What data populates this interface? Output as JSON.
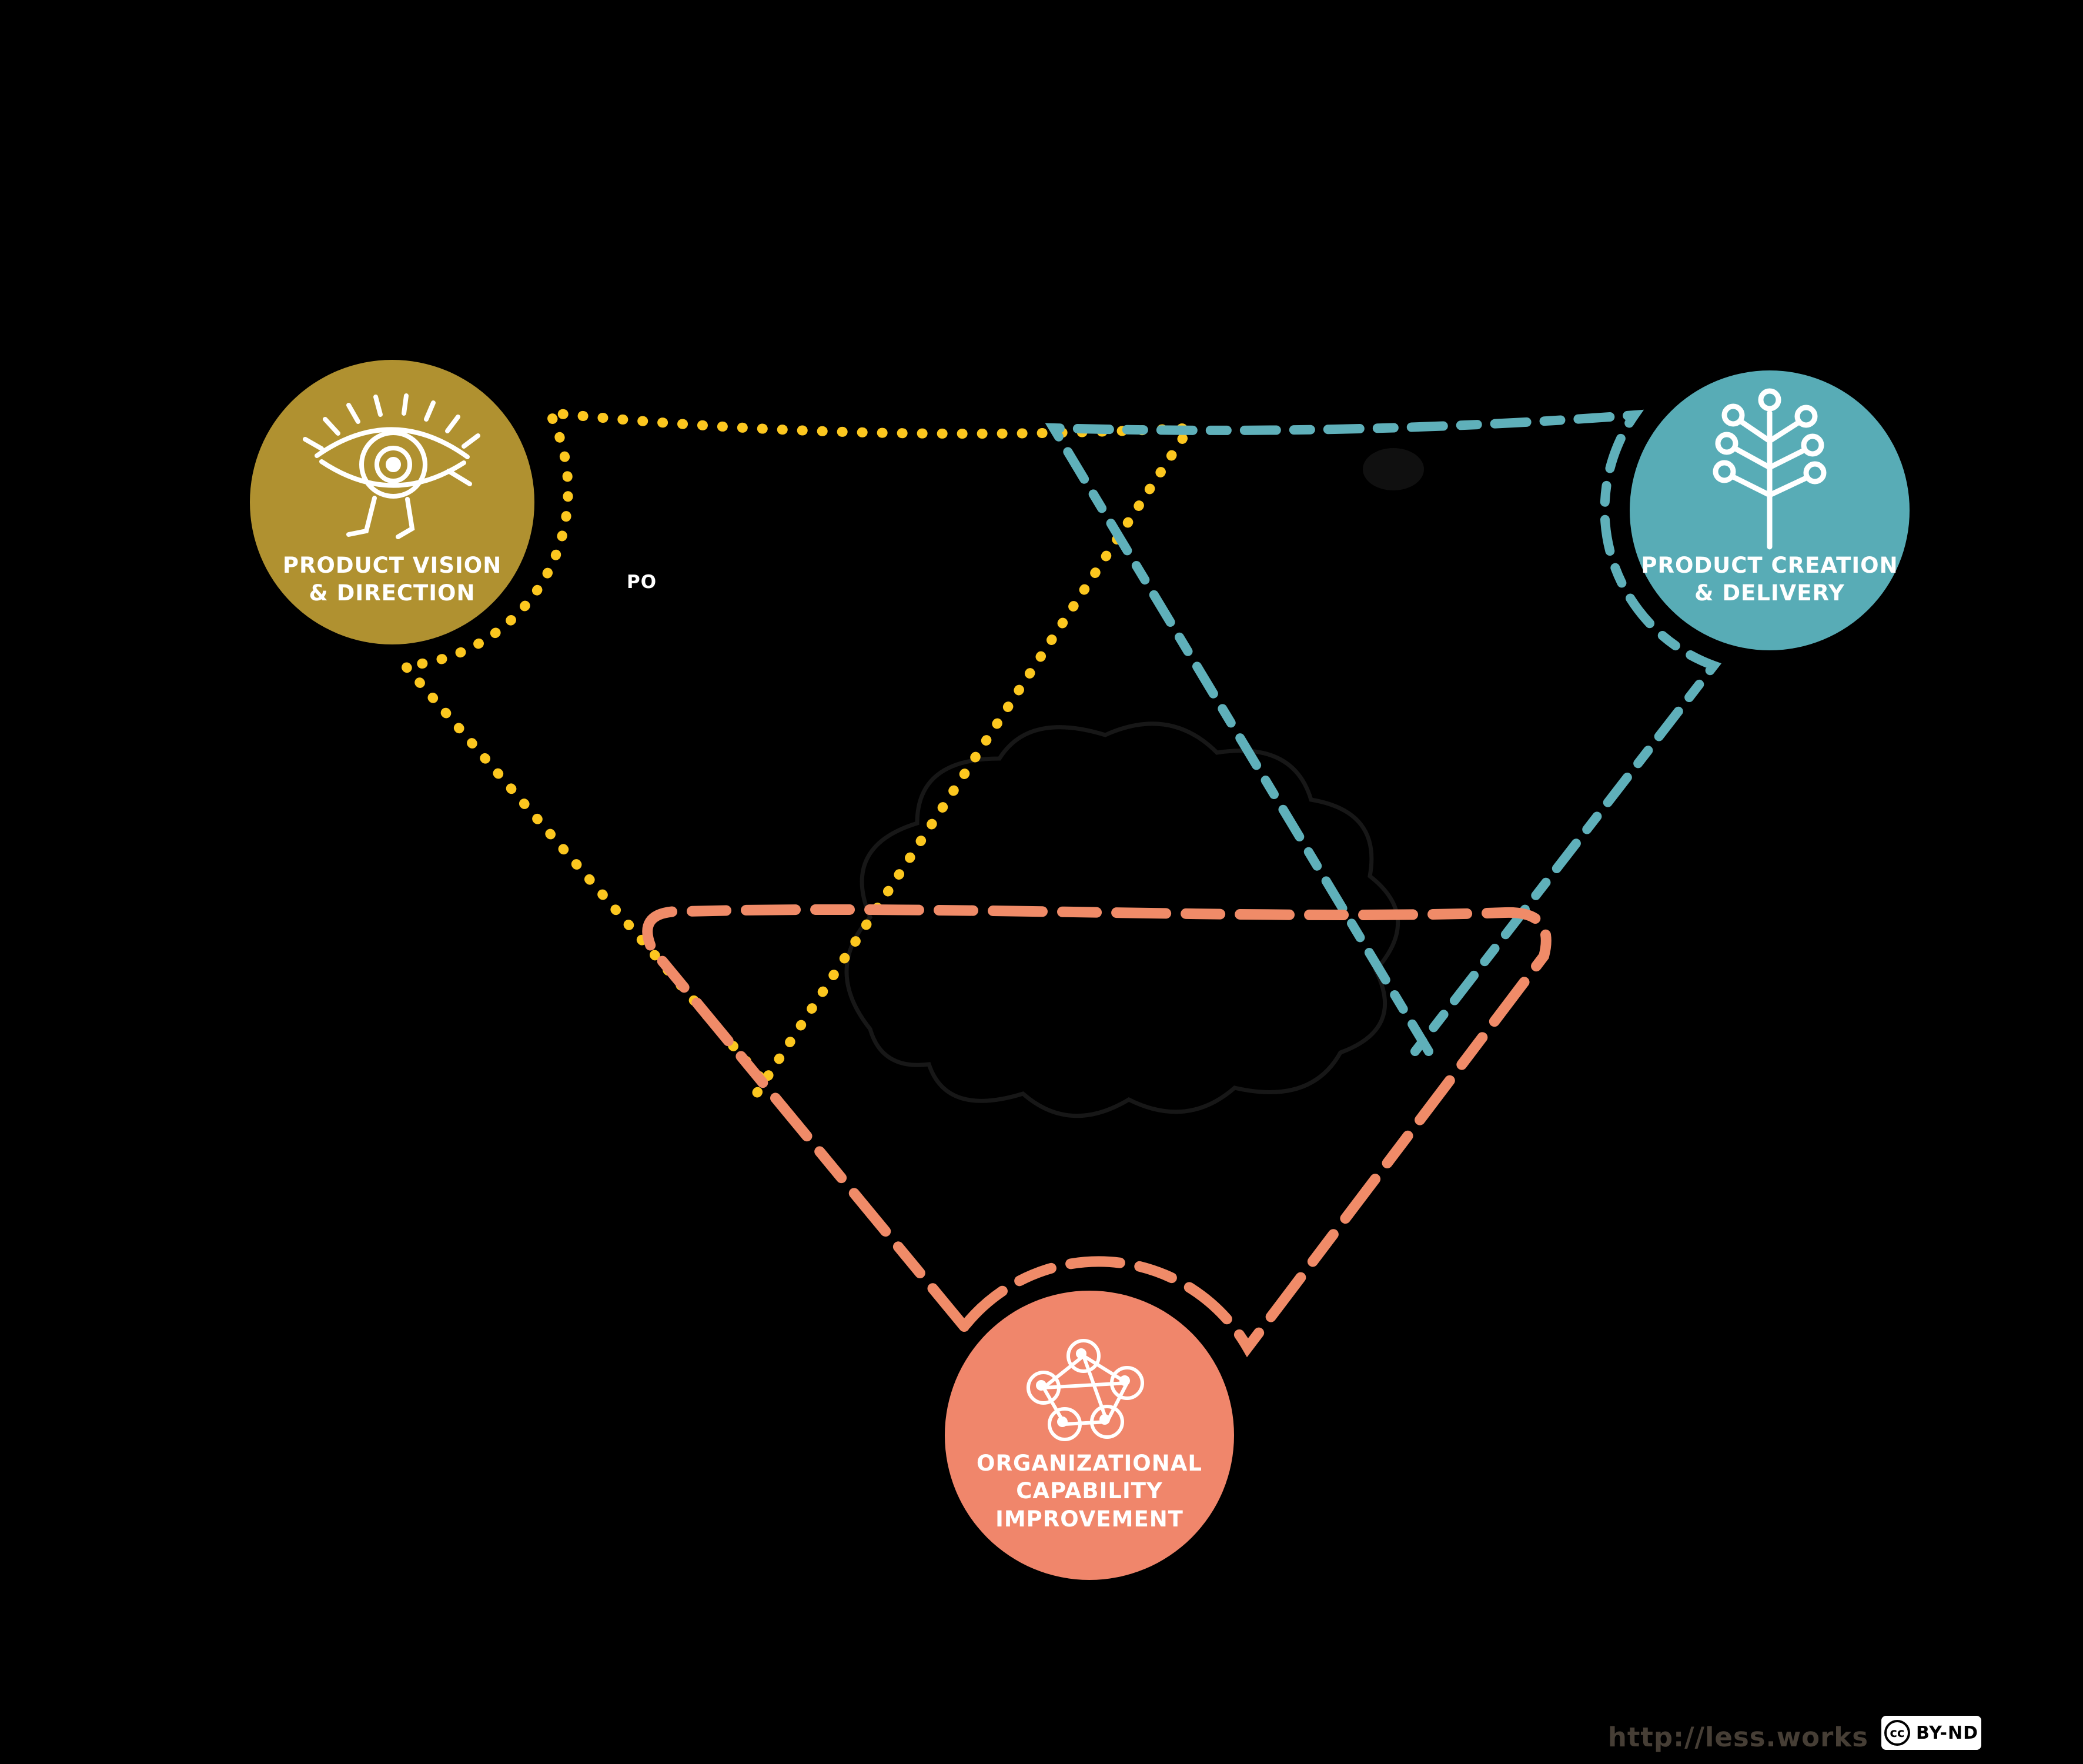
{
  "background": "#000000",
  "loops": {
    "vision": "#fcc71f",
    "creation": "#5fb0ba",
    "improvement": "#f08b68"
  },
  "nodes": {
    "vision": {
      "color": "#b09130",
      "lines": [
        "PRODUCT VISION",
        "& DIRECTION"
      ]
    },
    "creation": {
      "color": "#58acb6",
      "lines": [
        "PRODUCT CREATION",
        "& DELIVERY"
      ]
    },
    "improvement": {
      "color": "#f0866b",
      "lines": [
        "ORGANIZATIONAL",
        "CAPABILITY",
        "IMPROVEMENT"
      ]
    }
  },
  "annotations": {
    "po": "PO"
  },
  "footer": {
    "url": "http://less.works",
    "cc": "cc",
    "license": "BY-ND"
  }
}
